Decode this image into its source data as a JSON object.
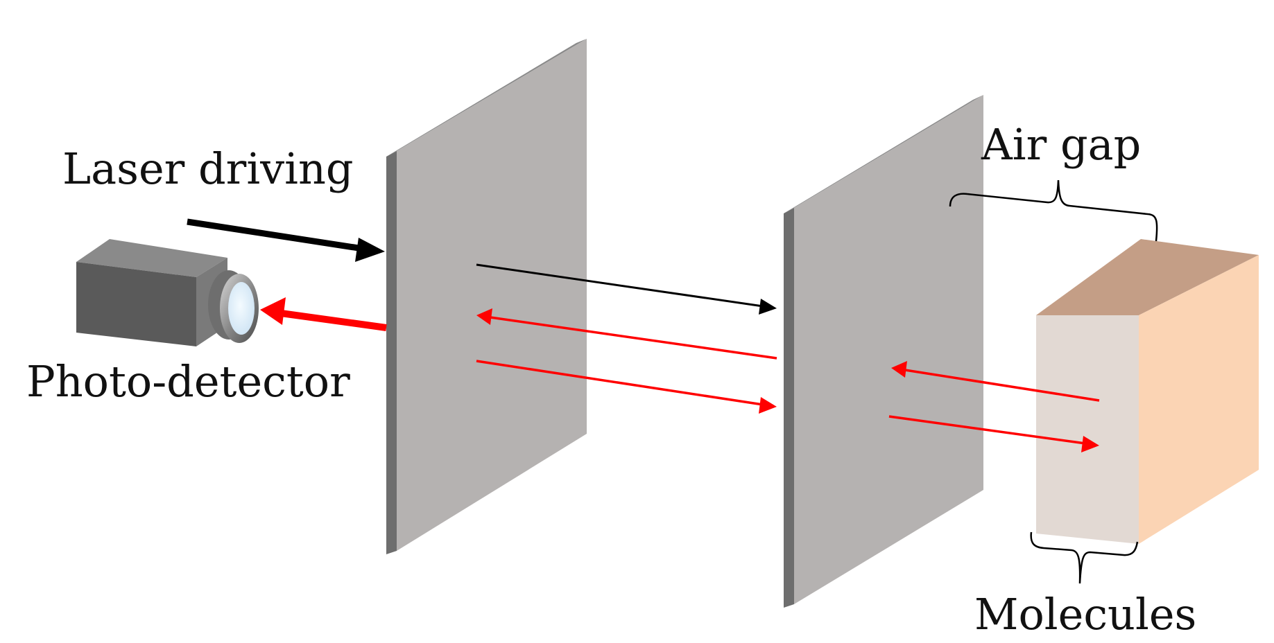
{
  "labels": {
    "laser": "Laser driving",
    "detector": "Photo-detector",
    "air_gap": "Air gap",
    "molecules": "Molecules"
  },
  "colors": {
    "mirror_face": "#b5b2b1",
    "mirror_edge": "#6e6e6e",
    "camera_body_top": "#8a8a8a",
    "camera_body_front": "#5a5a5a",
    "camera_body_side": "#7a7a7a",
    "lens_glass": "#dfeef9",
    "sample_top": "#c49e86",
    "sample_front": "#e2d9d3",
    "sample_side": "#fbd4b4",
    "beam_laser": "#000000",
    "beam_signal": "#ff0000",
    "brace": "#000000"
  },
  "icons": {
    "detector": "camera-icon",
    "mirror": "mirror-plate",
    "sample": "sample-block"
  }
}
